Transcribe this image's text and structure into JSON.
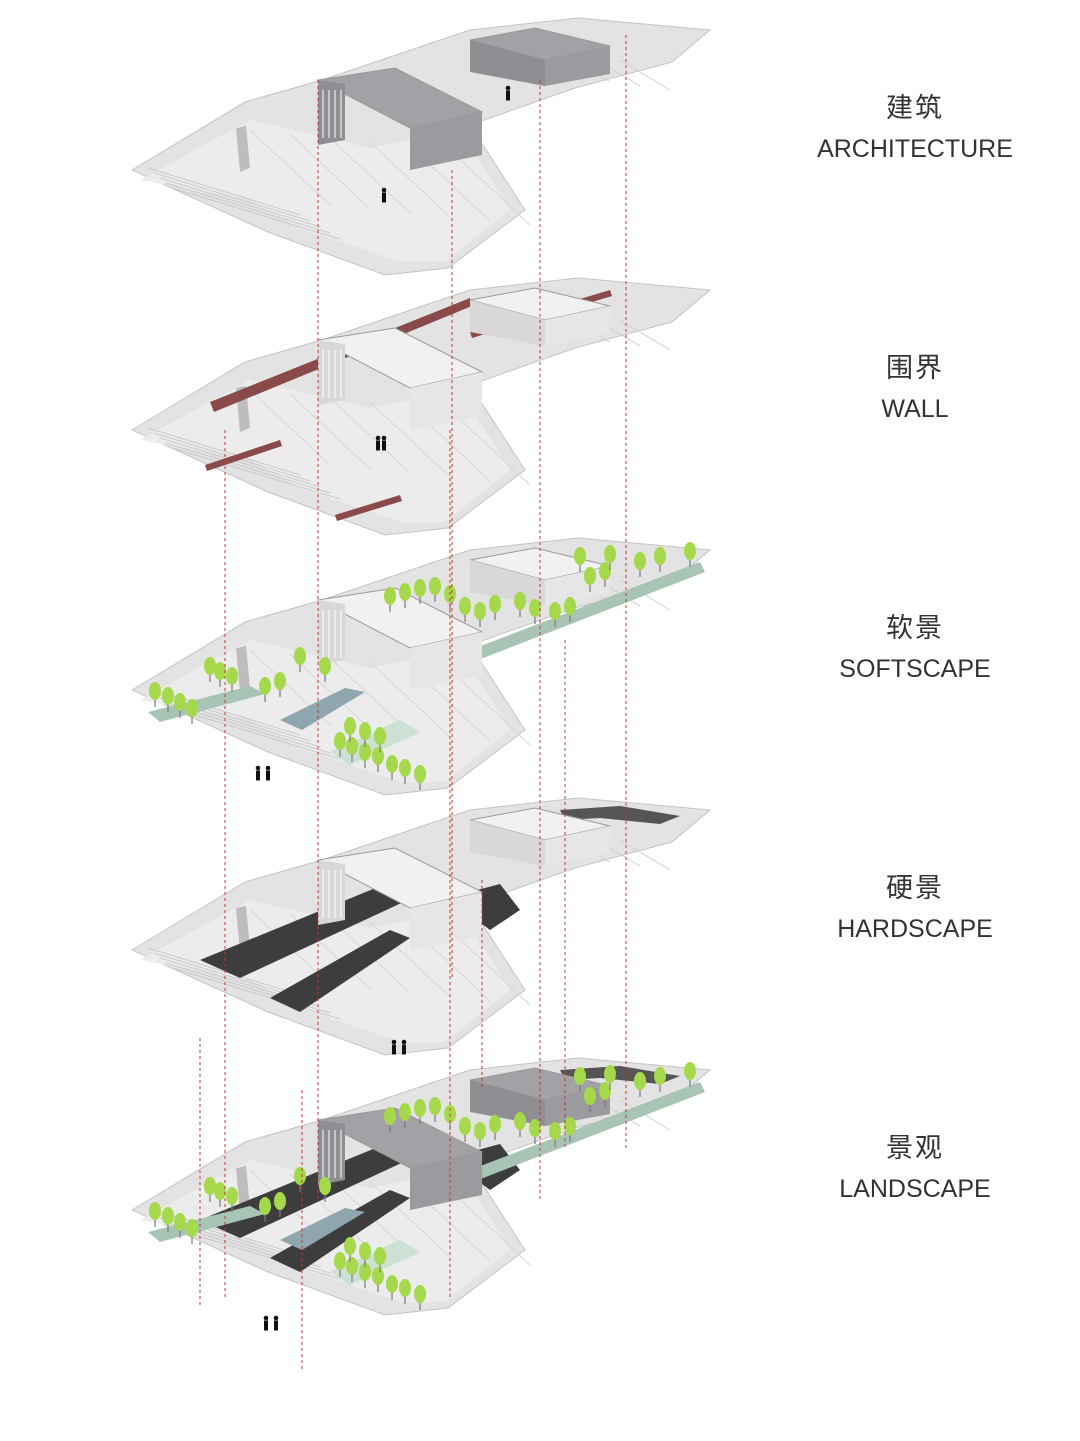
{
  "layers": [
    {
      "cn": "建筑",
      "en": "ARCHITECTURE",
      "kind": "architecture"
    },
    {
      "cn": "围界",
      "en": "WALL",
      "kind": "wall"
    },
    {
      "cn": "软景",
      "en": "SOFTSCAPE",
      "kind": "softscape"
    },
    {
      "cn": "硬景",
      "en": "HARDSCAPE",
      "kind": "hardscape"
    },
    {
      "cn": "景观",
      "en": "LANDSCAPE",
      "kind": "landscape"
    }
  ],
  "colors": {
    "ground": "#e3e3e3",
    "ground_edge": "#c4c4c4",
    "building": "#a1a1a6",
    "building_light": "#f1f1f1",
    "wall": "#8b4a4a",
    "tree": "#a5d84a",
    "water": "#8fa6ae",
    "lawn": "#a8c4b4",
    "path": "#3d3d3d",
    "guide": "#c0392b"
  }
}
